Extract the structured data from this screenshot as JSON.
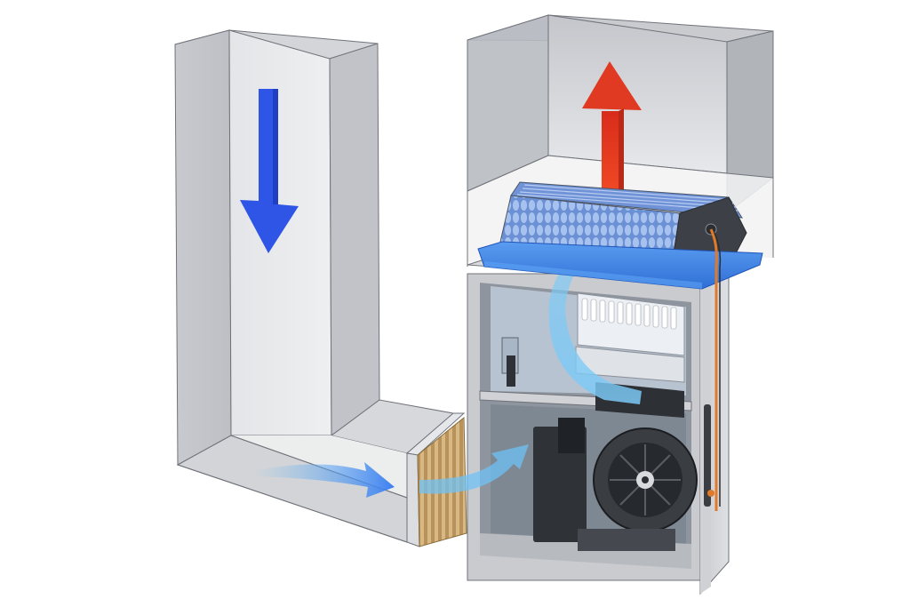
{
  "diagram": {
    "type": "hvac-forced-air-airflow-illustration",
    "background": "#ffffff",
    "colors": {
      "duct_light": "#e8e9ec",
      "duct_mid": "#cfd1d6",
      "duct_dark": "#b9bcc2",
      "duct_edge": "#6f737a",
      "return_arrow": "#2f55e6",
      "return_arrow_shade": "#1f3fc4",
      "supply_arrow": "#e53a22",
      "supply_arrow_shade": "#b82a17",
      "airflow_stream": "#6fc2f5",
      "coil_tray": "#3f86e8",
      "coil_fins": "#7da3e0",
      "filter_media": "#c9a66b",
      "cabinet": "#c7c9cd",
      "cabinet_interior": "#9ea3ab",
      "blower": "#3a3d42",
      "wire": "#e07a2a"
    },
    "components": [
      {
        "id": "return-duct",
        "description": "Vertical return air duct (L-shaped) with downward blue arrow"
      },
      {
        "id": "return-arrow",
        "direction": "down",
        "color": "blue"
      },
      {
        "id": "horizontal-duct",
        "description": "Horizontal duct run with light blue airflow arrow to the right"
      },
      {
        "id": "air-filter",
        "description": "Pleated air filter at duct-to-cabinet junction"
      },
      {
        "id": "furnace-cabinet",
        "description": "Cutaway cabinet with blower and burner/heat exchanger"
      },
      {
        "id": "blower",
        "description": "Squirrel-cage blower fan in lower compartment"
      },
      {
        "id": "heat-exchanger",
        "description": "Heat exchanger / burner assembly in middle compartment"
      },
      {
        "id": "evaporator-coil",
        "description": "Finned coil sitting in blue drain pan on top of cabinet"
      },
      {
        "id": "supply-plenum",
        "description": "Supply plenum above coil with upward red arrow"
      },
      {
        "id": "supply-arrow",
        "direction": "up",
        "color": "red"
      },
      {
        "id": "refrigerant-line",
        "description": "Orange line running down right side of cabinet"
      }
    ],
    "airflow_path": [
      "return-duct",
      "horizontal-duct",
      "air-filter",
      "blower",
      "heat-exchanger",
      "evaporator-coil",
      "supply-plenum"
    ]
  }
}
